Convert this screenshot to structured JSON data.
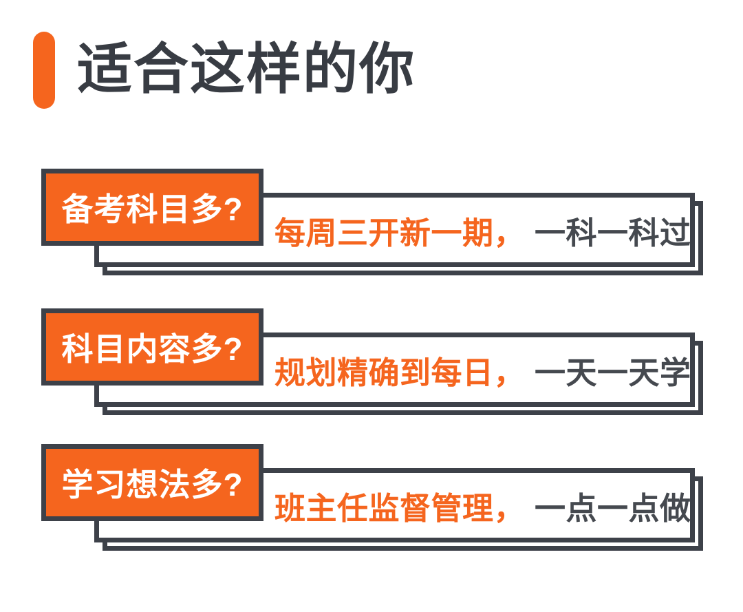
{
  "theme": {
    "orange": "#f5651e",
    "border_dark": "#3d4149",
    "title_color": "#383c43",
    "text_dark": "#45494f",
    "background": "#ffffff"
  },
  "header": {
    "title": "适合这样的你"
  },
  "rows": [
    {
      "label": "备考科目多?",
      "highlight": "每周三开新一期，",
      "rest": "一科一科过"
    },
    {
      "label": "科目内容多?",
      "highlight": "规划精确到每日，",
      "rest": "一天一天学"
    },
    {
      "label": "学习想法多?",
      "highlight": "班主任监督管理，",
      "rest": "一点一点做"
    }
  ]
}
